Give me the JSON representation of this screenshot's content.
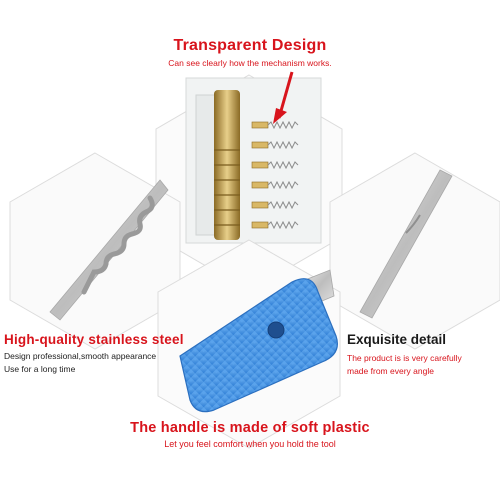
{
  "top": {
    "title": "Transparent Design",
    "subtitle": "Can see clearly how the mechanism works."
  },
  "left": {
    "title": "High-quality stainless steel",
    "line1": "Design professional,smooth appearance",
    "line2": "Use for a long time"
  },
  "right": {
    "title": "Exquisite detail",
    "line1": "The product is is very carefully",
    "line2": "made from every angle"
  },
  "bottom": {
    "title": "The handle is made of soft plastic",
    "subtitle": "Let you feel comfort when you hold the tool"
  },
  "colors": {
    "accent_red": "#d8141c",
    "handle_blue": "#3d8fe0",
    "brass": "#c9a24a",
    "steel": "#c9c9c9"
  }
}
